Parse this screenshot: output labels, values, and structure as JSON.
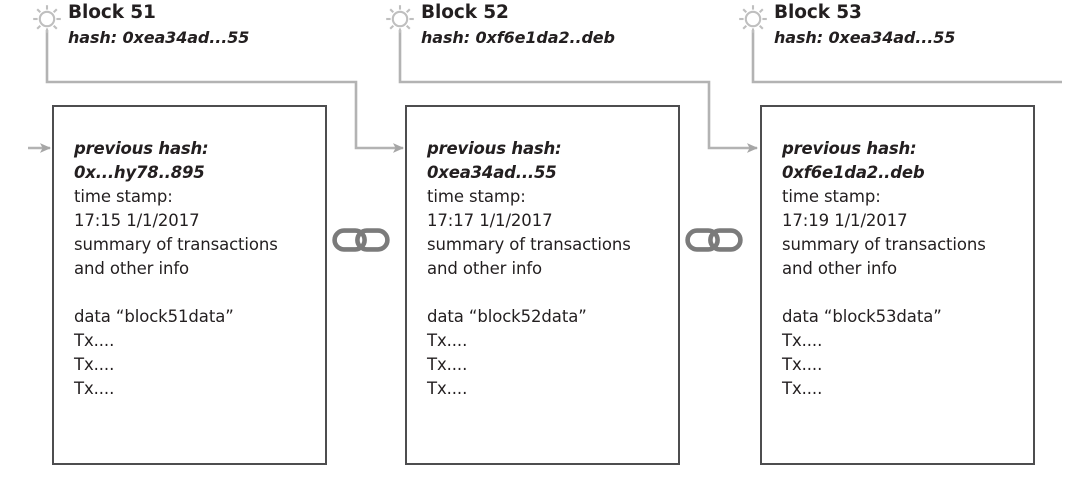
{
  "diagram": {
    "title": "Blockchain block chaining diagram",
    "line_color": "#b3b3b3",
    "box_border_color": "#4d4d4f",
    "text_color": "#231f20",
    "arrow_color": "#a6a6a6",
    "chain_color": "#808080"
  },
  "labels": {
    "previous_hash_label": "previous hash:",
    "time_stamp_label": "time stamp:",
    "summary_line_1": "summary of transactions",
    "summary_line_2": "and other info",
    "tx_line": "Tx...."
  },
  "icons": {
    "sun": "sun-icon",
    "chain": "chain-link-icon",
    "arrow": "arrow-head-icon"
  },
  "blocks": [
    {
      "id": "block-51",
      "title": "Block 51",
      "hash": "hash: 0xea34ad...55",
      "previous_hash_label": "previous hash:",
      "previous_hash": "0x...hy78..895",
      "time_stamp_label": "time stamp:",
      "time_stamp": "17:15 1/1/2017",
      "summary": [
        "summary of transactions",
        "and other info"
      ],
      "data_label": "data “block51data”",
      "transactions": [
        "Tx....",
        "Tx....",
        "Tx...."
      ]
    },
    {
      "id": "block-52",
      "title": "Block 52",
      "hash": "hash: 0xf6e1da2..deb",
      "previous_hash_label": "previous hash:",
      "previous_hash": "0xea34ad...55",
      "time_stamp_label": "time stamp:",
      "time_stamp": "17:17 1/1/2017",
      "summary": [
        "summary of transactions",
        "and other info"
      ],
      "data_label": "data “block52data”",
      "transactions": [
        "Tx....",
        "Tx....",
        "Tx...."
      ]
    },
    {
      "id": "block-53",
      "title": "Block 53",
      "hash": "hash: 0xea34ad...55",
      "previous_hash_label": "previous hash:",
      "previous_hash": "0xf6e1da2..deb",
      "time_stamp_label": "time stamp:",
      "time_stamp": "17:19 1/1/2017",
      "summary": [
        "summary of transactions",
        "and other info"
      ],
      "data_label": "data “block53data”",
      "transactions": [
        "Tx....",
        "Tx....",
        "Tx...."
      ]
    }
  ],
  "chain_links": [
    {
      "id": "chain-link-51-52"
    },
    {
      "id": "chain-link-52-53"
    }
  ]
}
